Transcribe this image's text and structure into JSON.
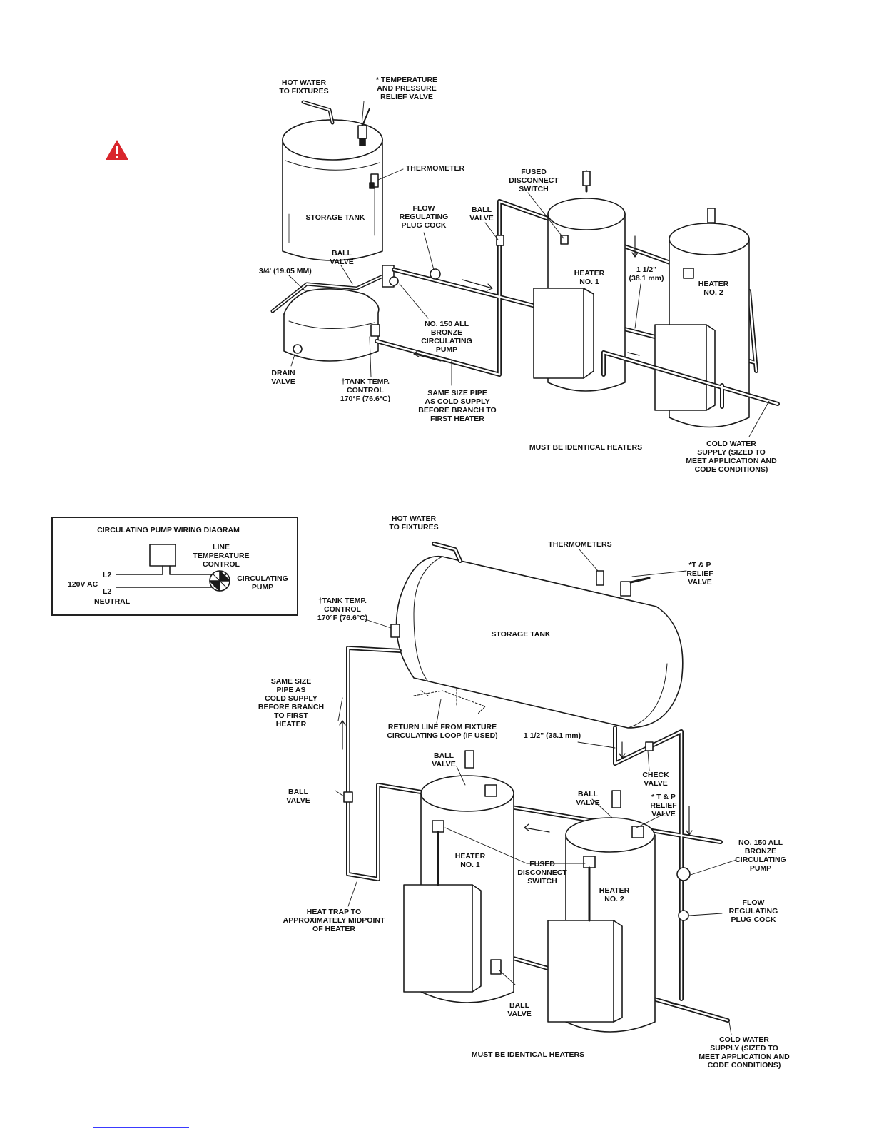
{
  "top_diagram": {
    "hot_water": "HOT WATER\nTO FIXTURES",
    "tp_relief": "* TEMPERATURE\nAND PRESSURE\nRELIEF VALVE",
    "thermometer": "THERMOMETER",
    "storage_tank": "STORAGE TANK",
    "fused_switch": "FUSED\nDISCONNECT\nSWITCH",
    "flow_plug_cock": "FLOW\nREGULATING\nPLUG COCK",
    "ball_valve_upper": "BALL\nVALVE",
    "ball_valve_tank": "BALL\nVALVE",
    "pipe_size": "3/4' (19.05 MM)",
    "heater1": "HEATER\nNO. 1",
    "heater2": "HEATER\nNO. 2",
    "pipe_1_5": "1 1/2\"\n(38.1 mm)",
    "pump": "NO. 150 ALL\nBRONZE\nCIRCULATING\nPUMP",
    "drain": "DRAIN\nVALVE",
    "tank_temp": "†TANK TEMP.\nCONTROL\n170°F (76.6°C)",
    "same_size": "SAME SIZE PIPE\nAS COLD SUPPLY\nBEFORE BRANCH TO\nFIRST HEATER",
    "identical": "MUST BE IDENTICAL HEATERS",
    "cold_water": "COLD WATER\nSUPPLY (SIZED TO\nMEET APPLICATION AND\nCODE CONDITIONS)"
  },
  "wiring": {
    "title": "CIRCULATING PUMP WIRING DIAGRAM",
    "line_control": "LINE\nTEMPERATURE\nCONTROL",
    "l2_top": "L2",
    "l2_bottom": "L2",
    "ac": "120V AC",
    "neutral": "NEUTRAL",
    "pump": "CIRCULATING\nPUMP"
  },
  "bottom_diagram": {
    "hot_water": "HOT WATER\nTO FIXTURES",
    "thermometers": "THERMOMETERS",
    "tp_relief": "*T & P\nRELIEF\nVALVE",
    "tank_temp": "†TANK TEMP.\nCONTROL\n170°F (76.6°C)",
    "storage_tank": "STORAGE TANK",
    "same_size": "SAME SIZE\nPIPE AS\nCOLD SUPPLY\nBEFORE BRANCH\nTO FIRST\nHEATER",
    "return_line": "RETURN LINE FROM FIXTURE\nCIRCULATING LOOP (IF USED)",
    "pipe_1_5": "1 1/2\" (38.1 mm)",
    "ball_valve_h1": "BALL\nVALVE",
    "check_valve": "CHECK\nVALVE",
    "ball_valve_left": "BALL\nVALVE",
    "ball_valve_h2": "BALL\nVALVE",
    "tp_relief2": "* T & P\nRELIEF\nVALVE",
    "heater1": "HEATER\nNO. 1",
    "fused_switch": "FUSED\nDISCONNECT\nSWITCH",
    "heater2": "HEATER\nNO. 2",
    "pump": "NO. 150 ALL\nBRONZE\nCIRCULATING\nPUMP",
    "plug_cock": "FLOW\nREGULATING\nPLUG COCK",
    "heat_trap": "HEAT TRAP TO\nAPPROXIMATELY MIDPOINT\nOF HEATER",
    "ball_valve_bottom": "BALL\nVALVE",
    "identical": "MUST BE IDENTICAL HEATERS",
    "cold_water": "COLD WATER\nSUPPLY (SIZED TO\nMEET APPLICATION AND\nCODE CONDITIONS)"
  },
  "colors": {
    "warning": "#d9262c",
    "line": "#1a1a1a"
  }
}
